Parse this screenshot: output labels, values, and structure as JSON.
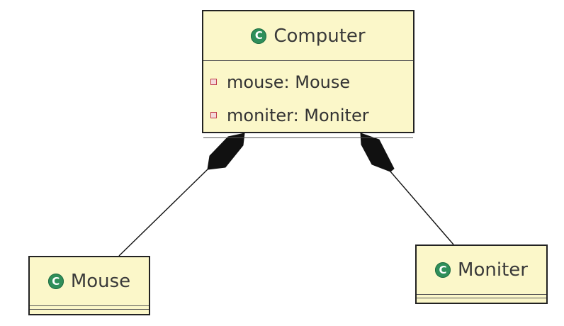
{
  "classes": {
    "computer": {
      "name": "Computer",
      "icon": "class-icon",
      "attributes": [
        {
          "text": "mouse: Mouse",
          "icon": "private-field-icon"
        },
        {
          "text": "moniter: Moniter",
          "icon": "private-field-icon"
        }
      ]
    },
    "mouse": {
      "name": "Mouse",
      "icon": "class-icon"
    },
    "moniter": {
      "name": "Moniter",
      "icon": "class-icon"
    }
  },
  "relationships": [
    {
      "type": "composition",
      "whole": "Computer",
      "part": "Mouse"
    },
    {
      "type": "composition",
      "whole": "Computer",
      "part": "Moniter"
    }
  ],
  "colors": {
    "class_fill": "#fbf7c9",
    "class_icon": "#2f8f5a",
    "field_icon": "#c03a4a"
  }
}
